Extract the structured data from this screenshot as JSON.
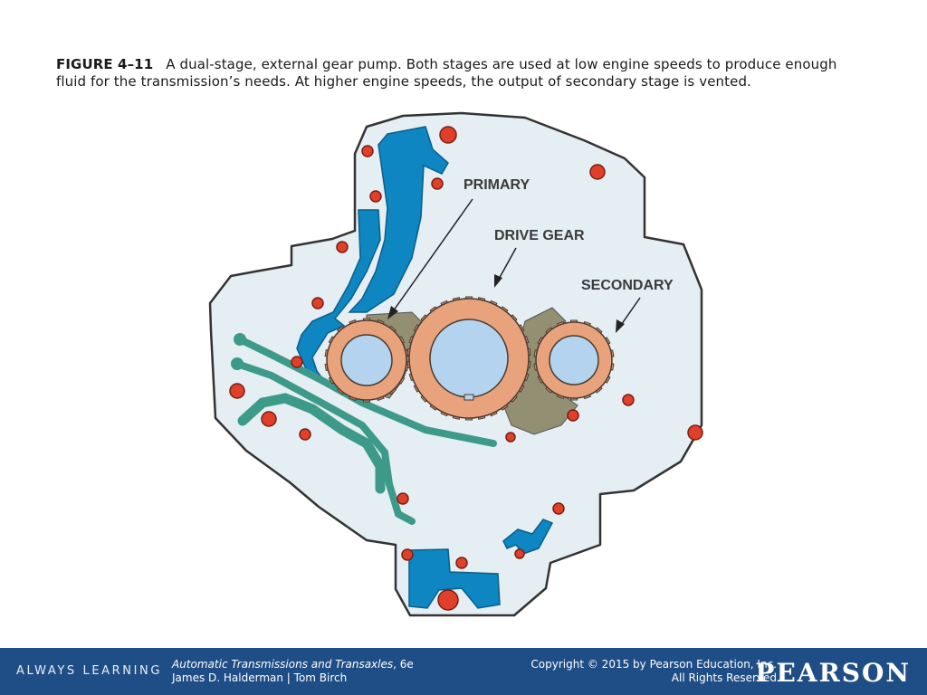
{
  "caption": {
    "figure_label": "FIGURE 4–11",
    "text": "A dual-stage, external gear pump. Both stages are used at low engine speeds to produce enough fluid for the transmission’s needs. At higher engine speeds, the output of secondary stage is vented."
  },
  "diagram": {
    "labels": {
      "primary": "PRIMARY",
      "drive_gear": "DRIVE GEAR",
      "secondary": "SECONDARY"
    },
    "colors": {
      "housing": "#e4eef3",
      "outline": "#333333",
      "passage_blue": "#0e86c1",
      "passage_teal": "#3d9a8a",
      "gear_orange": "#e8a37c",
      "crescent": "#928f73",
      "bore_blue": "#b3d3ee",
      "bolt_red": "#e0402a"
    }
  },
  "footer": {
    "tagline": "ALWAYS LEARNING",
    "book_title": "Automatic Transmissions and Transaxles",
    "edition": ", 6e",
    "authors": "James D. Halderman | Tom Birch",
    "copyright": "Copyright © 2015 by Pearson Education, Inc.",
    "rights": "All Rights Reserved",
    "brand": "PEARSON"
  }
}
